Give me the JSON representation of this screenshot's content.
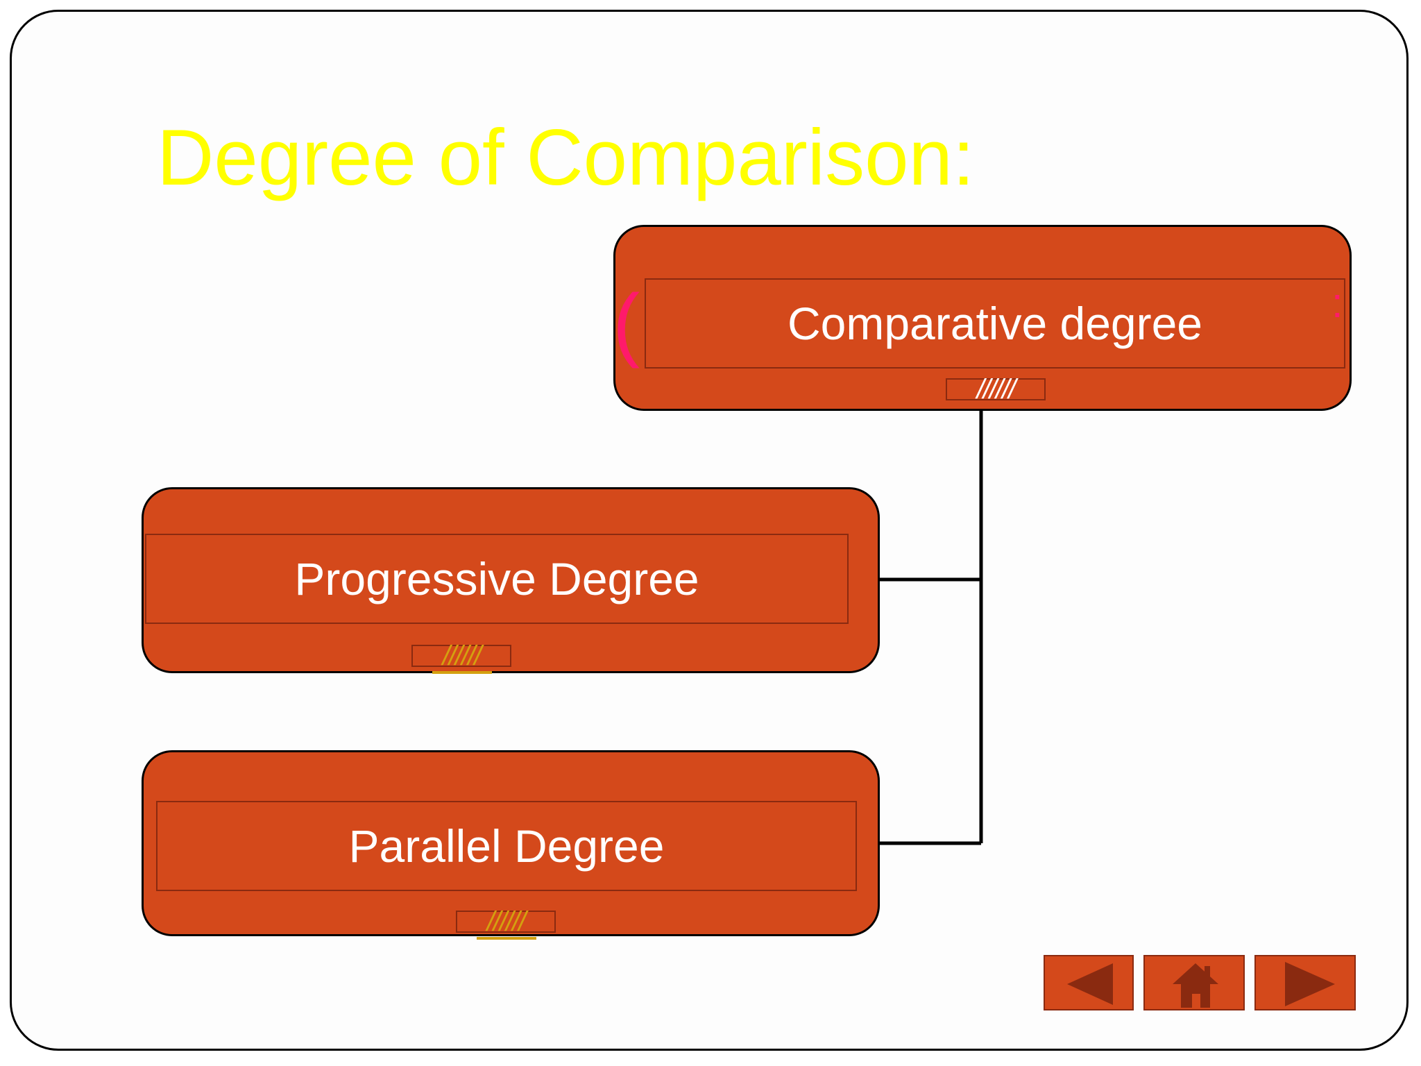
{
  "slide": {
    "title": "Degree of Comparison:"
  },
  "diagram": {
    "root": {
      "label": "Comparative degree",
      "marker": "//////"
    },
    "children": [
      {
        "label": "Progressive Degree",
        "marker": "//////"
      },
      {
        "label": "Parallel Degree",
        "marker": "//////"
      }
    ]
  },
  "navigation": {
    "buttons": [
      {
        "name": "previous",
        "icon": "triangle-left-icon"
      },
      {
        "name": "home",
        "icon": "home-icon"
      },
      {
        "name": "next",
        "icon": "triangle-right-icon"
      }
    ]
  },
  "colors": {
    "title": "#ffff00",
    "node_fill": "#d4491b",
    "node_inner_border": "#8a2a10",
    "connector": "#000000",
    "nav_icon": "#8a2a10",
    "marker_gold": "#d4a010",
    "ghost_pink": "#ff1a6b"
  }
}
